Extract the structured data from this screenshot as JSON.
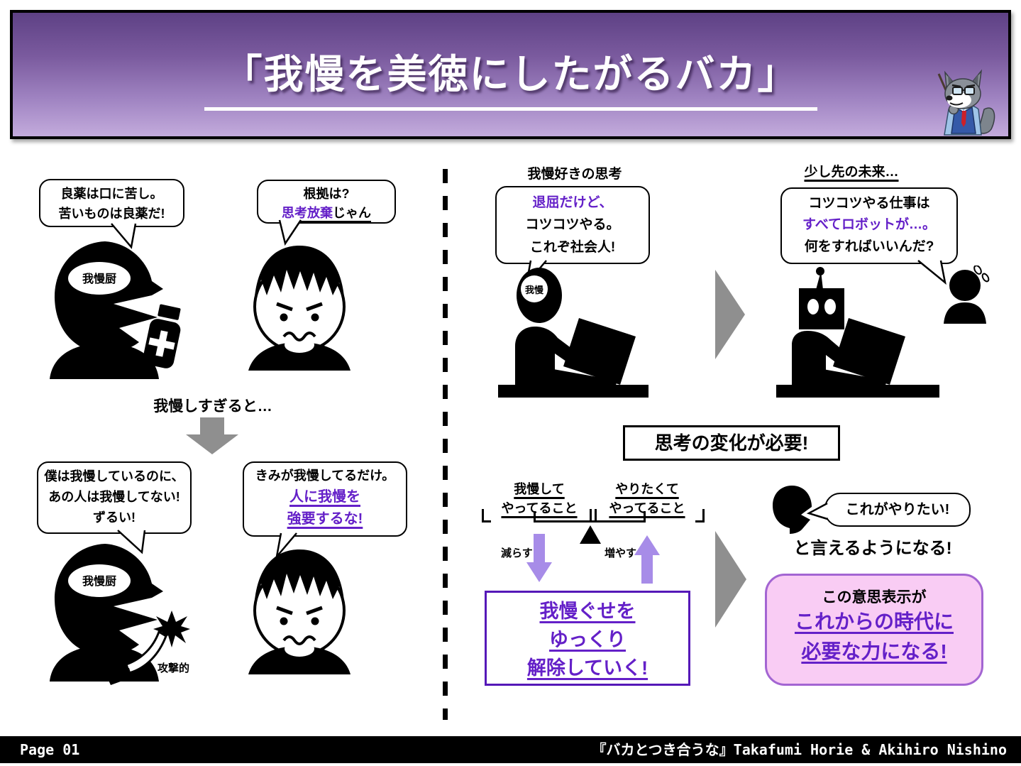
{
  "header": {
    "title": "「我慢を美徳にしたがるバカ」"
  },
  "left": {
    "bubble_medicine": {
      "line1": "良薬は口に苦し。",
      "line2": "苦いものは良薬だ!"
    },
    "gaman_head_label": "我慢厨",
    "bubble_basis": {
      "line1": "根拠は?",
      "purple": "思考放棄",
      "suffix": "じゃん"
    },
    "transition": "我慢しすぎると…",
    "bubble_unfair": {
      "line1": "僕は我慢しているのに、",
      "line2": "あの人は我慢してない!",
      "line3": "ずるい!"
    },
    "bubble_force": {
      "line1": "きみが我慢してるだけ。",
      "line2": "人に我慢を",
      "line3": "強要するな!"
    },
    "aggressive_label": "攻撃的"
  },
  "right": {
    "caption_left": "我慢好きの思考",
    "caption_right": "少し先の未来…",
    "bubble_worker": {
      "purple": "退屈だけど、",
      "line2": "コツコツやる。",
      "line3": "これぞ社会人!"
    },
    "worker_head_label": "我慢",
    "bubble_robot": {
      "line1": "コツコツやる仕事は",
      "purple": "すべてロボットが…。",
      "line3": "何をすればいいんだ?"
    },
    "need_change": "思考の変化が必要!",
    "seesaw": {
      "left_line1": "我慢して",
      "left_line2": "やってること",
      "right_line1": "やりたくて",
      "right_line2": "やってること",
      "decrease": "減らす",
      "increase": "増やす"
    },
    "white_box": {
      "line1": "我慢ぐせを",
      "line2": "ゆっくり",
      "line3": "解除していく!"
    },
    "say_bubble": "これがやりたい!",
    "say_caption": "と言えるようになる!",
    "pink_box": {
      "intro": "この意思表示が",
      "line1": "これからの時代に",
      "line2": "必要な力になる!"
    }
  },
  "footer": {
    "page": "Page 01",
    "credit": "『バカとつき合うな』Takafumi Horie & Akihiro Nishino"
  },
  "colors": {
    "purple_text": "#6420c8",
    "arrow_purple": "#a78ce8",
    "gray_arrow": "#8f8f8f",
    "pink_fill": "#f9ccf4",
    "pink_border": "#a365d2",
    "header_gradient_top": "#5e4185",
    "header_gradient_bottom": "#c3abdc"
  }
}
